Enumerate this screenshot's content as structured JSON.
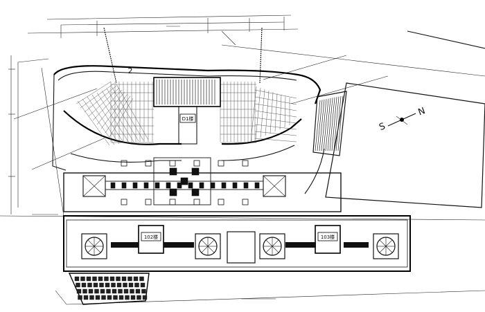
{
  "labels": {
    "north_letter": "N",
    "south_letter": "S",
    "block_number": "2",
    "core_label_center": "D1楼",
    "core_label_left": "102楼",
    "core_label_right": "103楼"
  },
  "colors": {
    "line": "#111111",
    "paper": "#ffffff"
  }
}
